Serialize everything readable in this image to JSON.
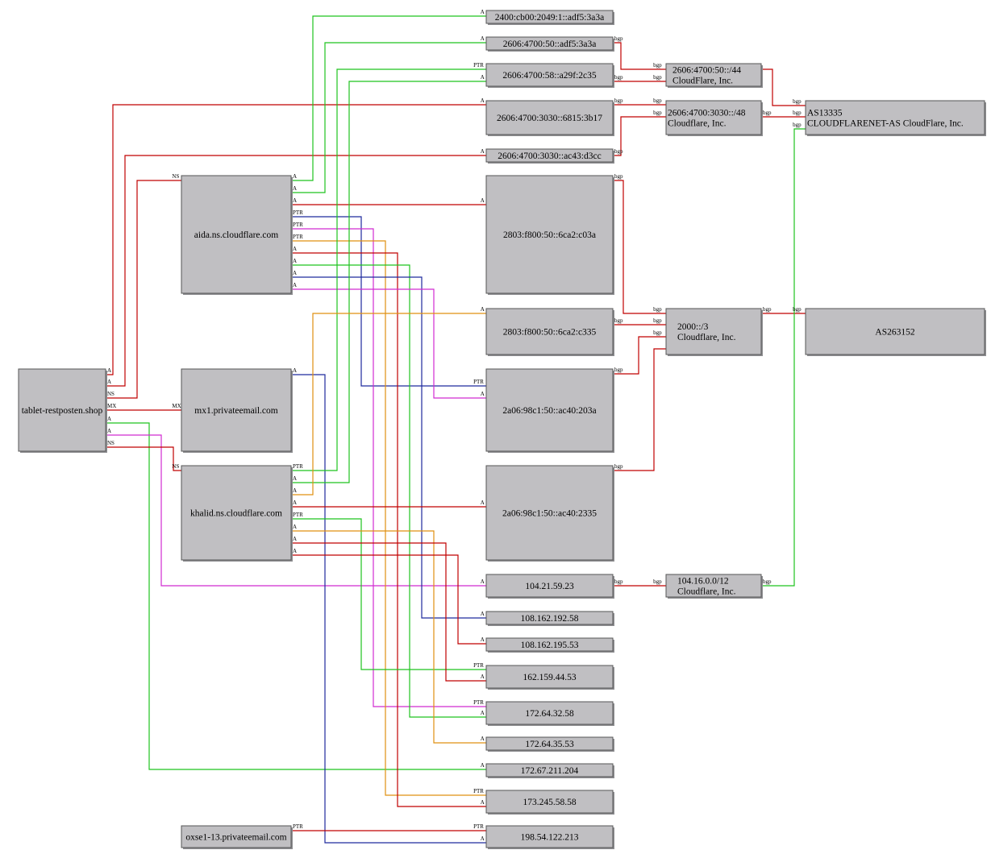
{
  "colors": {
    "red": "#c00000",
    "green": "#1ec31e",
    "blue": "#1e2a9e",
    "magenta": "#d12bd1",
    "orange": "#e09010",
    "node_fill": "#c0bfc2"
  },
  "nodes": {
    "tablet": {
      "label": [
        "tablet-restposten.shop"
      ]
    },
    "aida": {
      "label": [
        "aida.ns.cloudflare.com"
      ]
    },
    "mx1": {
      "label": [
        "mx1.privateemail.com"
      ]
    },
    "khalid": {
      "label": [
        "khalid.ns.cloudflare.com"
      ]
    },
    "oxse": {
      "label": [
        "oxse1-13.privateemail.com"
      ]
    },
    "ip6_2400": {
      "label": [
        "2400:cb00:2049:1::adf5:3a3a"
      ]
    },
    "ip6_2606_adf5": {
      "label": [
        "2606:4700:50::adf5:3a3a"
      ]
    },
    "ip6_2606_a29f": {
      "label": [
        "2606:4700:58::a29f:2c35"
      ]
    },
    "ip6_2606_6815": {
      "label": [
        "2606:4700:3030::6815:3b17"
      ]
    },
    "ip6_2606_ac43": {
      "label": [
        "2606:4700:3030::ac43:d3cc"
      ]
    },
    "ip6_2803_c03a": {
      "label": [
        "2803:f800:50::6ca2:c03a"
      ]
    },
    "ip6_2803_c335": {
      "label": [
        "2803:f800:50::6ca2:c335"
      ]
    },
    "ip6_2a06_203a": {
      "label": [
        "2a06:98c1:50::ac40:203a"
      ]
    },
    "ip6_2a06_2335": {
      "label": [
        "2a06:98c1:50::ac40:2335"
      ]
    },
    "ip4_104": {
      "label": [
        "104.21.59.23"
      ]
    },
    "ip4_108_192": {
      "label": [
        "108.162.192.58"
      ]
    },
    "ip4_108_195": {
      "label": [
        "108.162.195.53"
      ]
    },
    "ip4_162": {
      "label": [
        "162.159.44.53"
      ]
    },
    "ip4_172_32": {
      "label": [
        "172.64.32.58"
      ]
    },
    "ip4_172_35": {
      "label": [
        "172.64.35.53"
      ]
    },
    "ip4_172_67": {
      "label": [
        "172.67.211.204"
      ]
    },
    "ip4_173": {
      "label": [
        "173.245.58.58"
      ]
    },
    "ip4_198": {
      "label": [
        "198.54.122.213"
      ]
    },
    "net_2606_50": {
      "label": [
        "2606:4700:50::/44",
        "CloudFlare, Inc."
      ]
    },
    "net_2606_3030": {
      "label": [
        "2606:4700:3030::/48",
        "Cloudflare, Inc."
      ]
    },
    "net_2000": {
      "label": [
        "2000::/3",
        "Cloudflare, Inc."
      ]
    },
    "net_104": {
      "label": [
        "104.16.0.0/12",
        "Cloudflare, Inc."
      ]
    },
    "as13335": {
      "label": [
        "AS13335",
        "CLOUDFLARENET-AS CloudFlare, Inc."
      ]
    },
    "as263152": {
      "label": [
        "AS263152"
      ]
    }
  },
  "edge_labels": {
    "a": "A",
    "ns": "NS",
    "mx": "MX",
    "ptr": "PTR",
    "bgp": "bgp"
  }
}
